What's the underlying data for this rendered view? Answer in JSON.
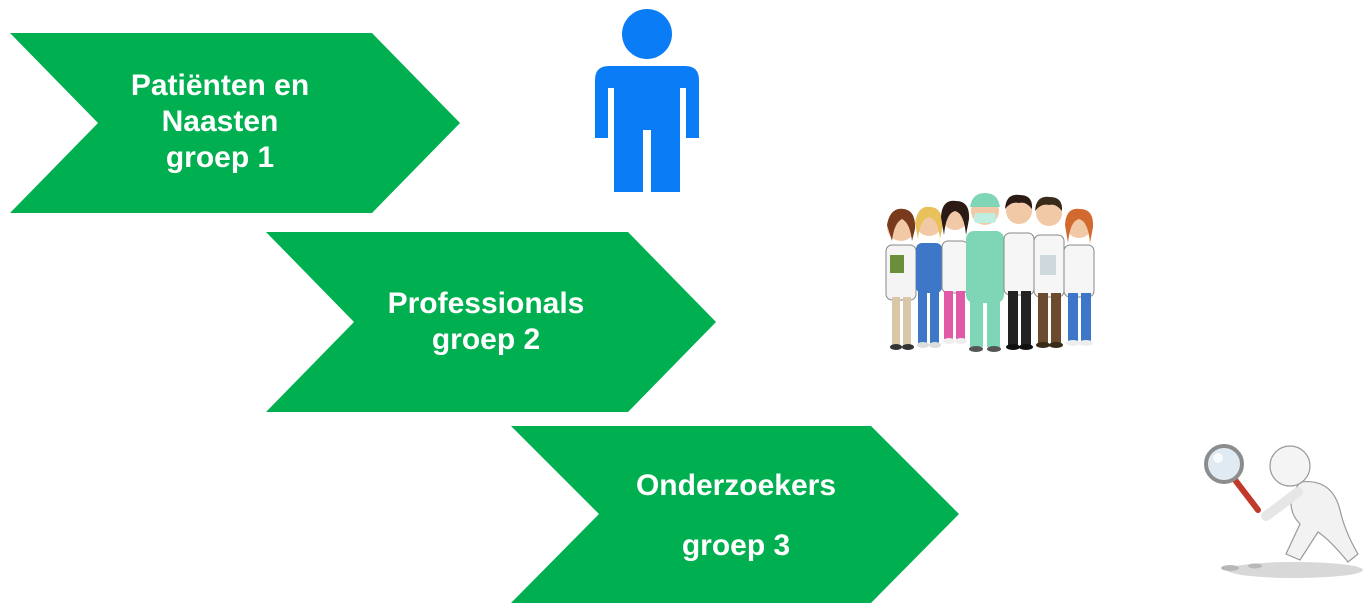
{
  "diagram": {
    "colors": {
      "arrow_fill": "#00B050",
      "arrow_text": "#FFFFFF",
      "person_icon": "#0A7CF5"
    },
    "steps": [
      {
        "lines": [
          "Patiënten en",
          "Naasten",
          "groep 1"
        ],
        "illustration": "person-icon"
      },
      {
        "lines": [
          "Professionals",
          "groep 2"
        ],
        "illustration": "medical-team-illustration"
      },
      {
        "lines": [
          "Onderzoekers",
          "groep 3"
        ],
        "illustration": "magnifying-glass-figure-illustration"
      }
    ]
  }
}
